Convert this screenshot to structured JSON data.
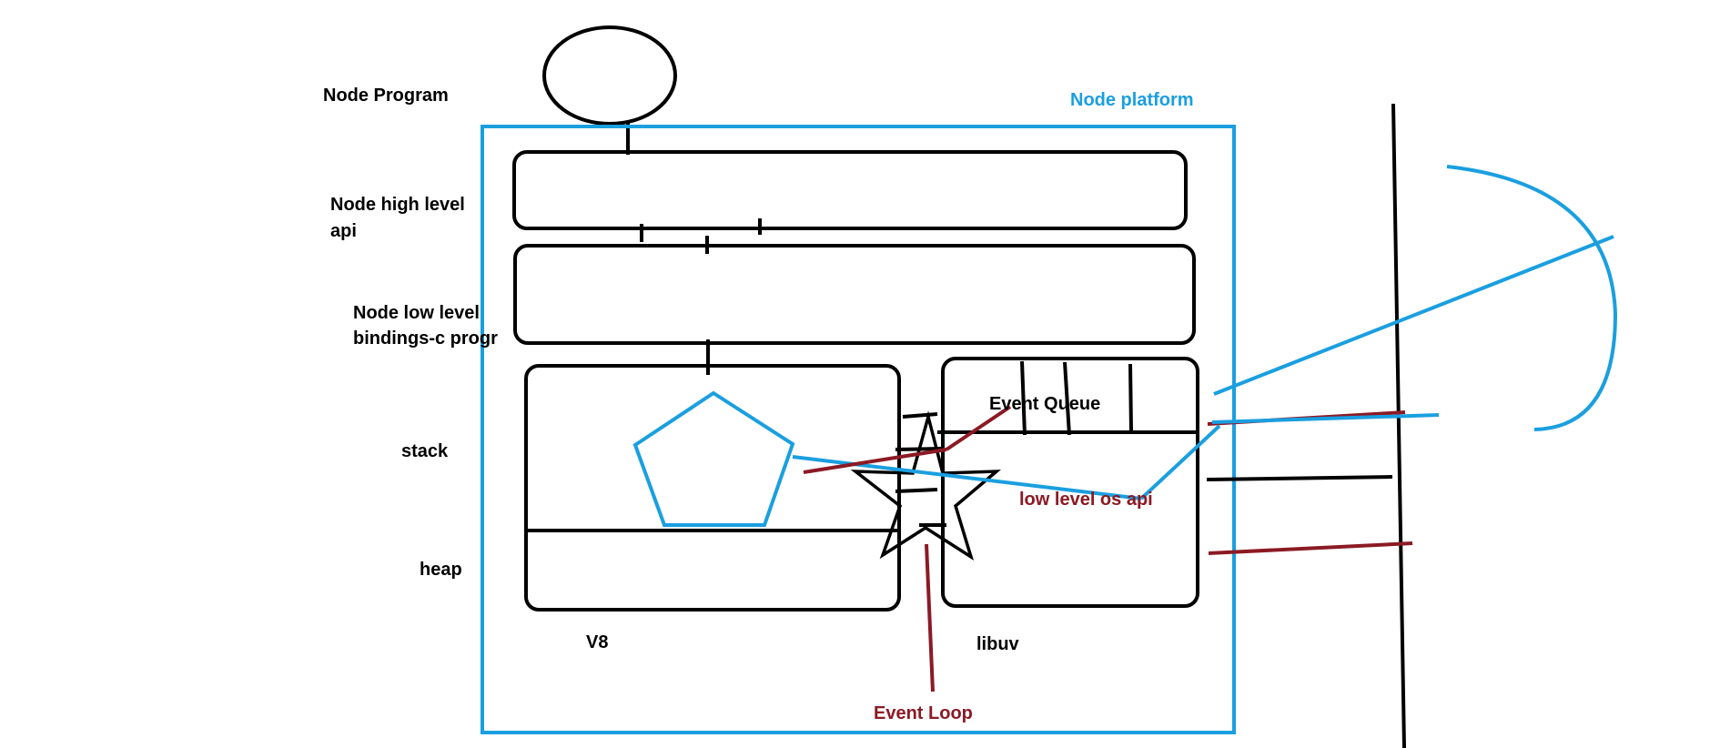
{
  "labels": {
    "node_program": "Node Program",
    "node_platform": "Node platform",
    "node_high_level_line1": "Node high level",
    "node_high_level_line2": "api",
    "node_low_level_line1": "Node low level",
    "node_low_level_line2": "bindings-c progr",
    "stack": "stack",
    "heap": "heap",
    "v8": "V8",
    "libuv": "libuv",
    "event_queue": "Event Queue",
    "low_level_os_api": "low level os api",
    "event_loop": "Event Loop"
  },
  "colors": {
    "ink": "#000000",
    "blue": "#1a9fe0",
    "maroon": "#8b1a24"
  }
}
